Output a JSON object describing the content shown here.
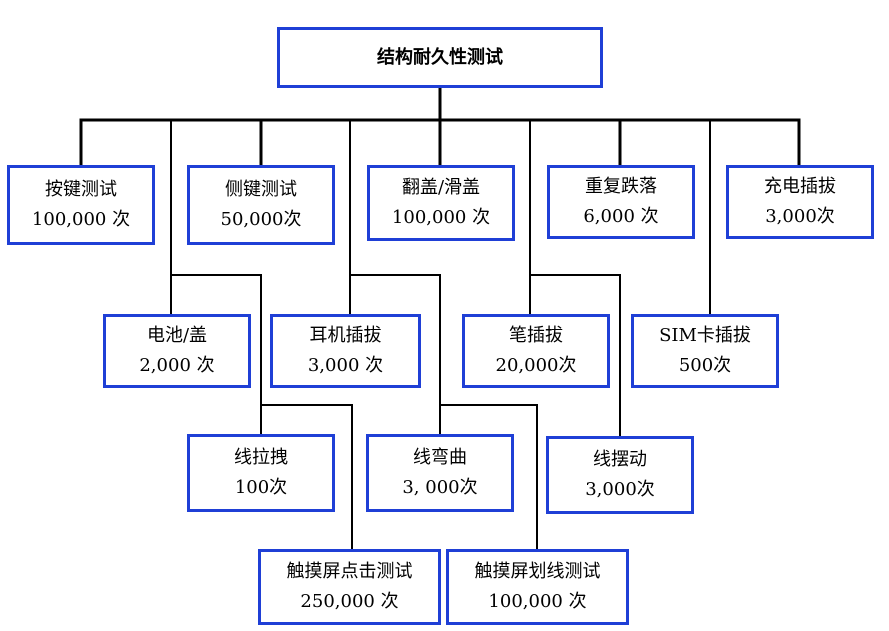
{
  "diagram": {
    "root": {
      "label": "结构耐久性测试"
    },
    "nodes": [
      {
        "id": "button",
        "name": "按键测试",
        "count": "100,000 次"
      },
      {
        "id": "side-key",
        "name": "侧键测试",
        "count": "50,000次"
      },
      {
        "id": "flip",
        "name": "翻盖/滑盖",
        "count": "100,000 次"
      },
      {
        "id": "drop",
        "name": "重复跌落",
        "count": "6,000 次"
      },
      {
        "id": "charge",
        "name": "充电插拔",
        "count": "3,000次"
      },
      {
        "id": "battery",
        "name": "电池/盖",
        "count": "2,000 次"
      },
      {
        "id": "earphone",
        "name": "耳机插拔",
        "count": "3,000 次"
      },
      {
        "id": "pen",
        "name": "笔插拔",
        "count": "20,000次"
      },
      {
        "id": "sim",
        "name": "SIM卡插拔",
        "count": "500次"
      },
      {
        "id": "cable-pull",
        "name": "线拉拽",
        "count": "100次"
      },
      {
        "id": "cable-bend",
        "name": "线弯曲",
        "count": "3, 000次"
      },
      {
        "id": "cable-swing",
        "name": "线摆动",
        "count": "3,000次"
      },
      {
        "id": "touch-tap",
        "name": "触摸屏点击测试",
        "count": "250,000 次"
      },
      {
        "id": "touch-line",
        "name": "触摸屏划线测试",
        "count": "100,000 次"
      }
    ]
  }
}
